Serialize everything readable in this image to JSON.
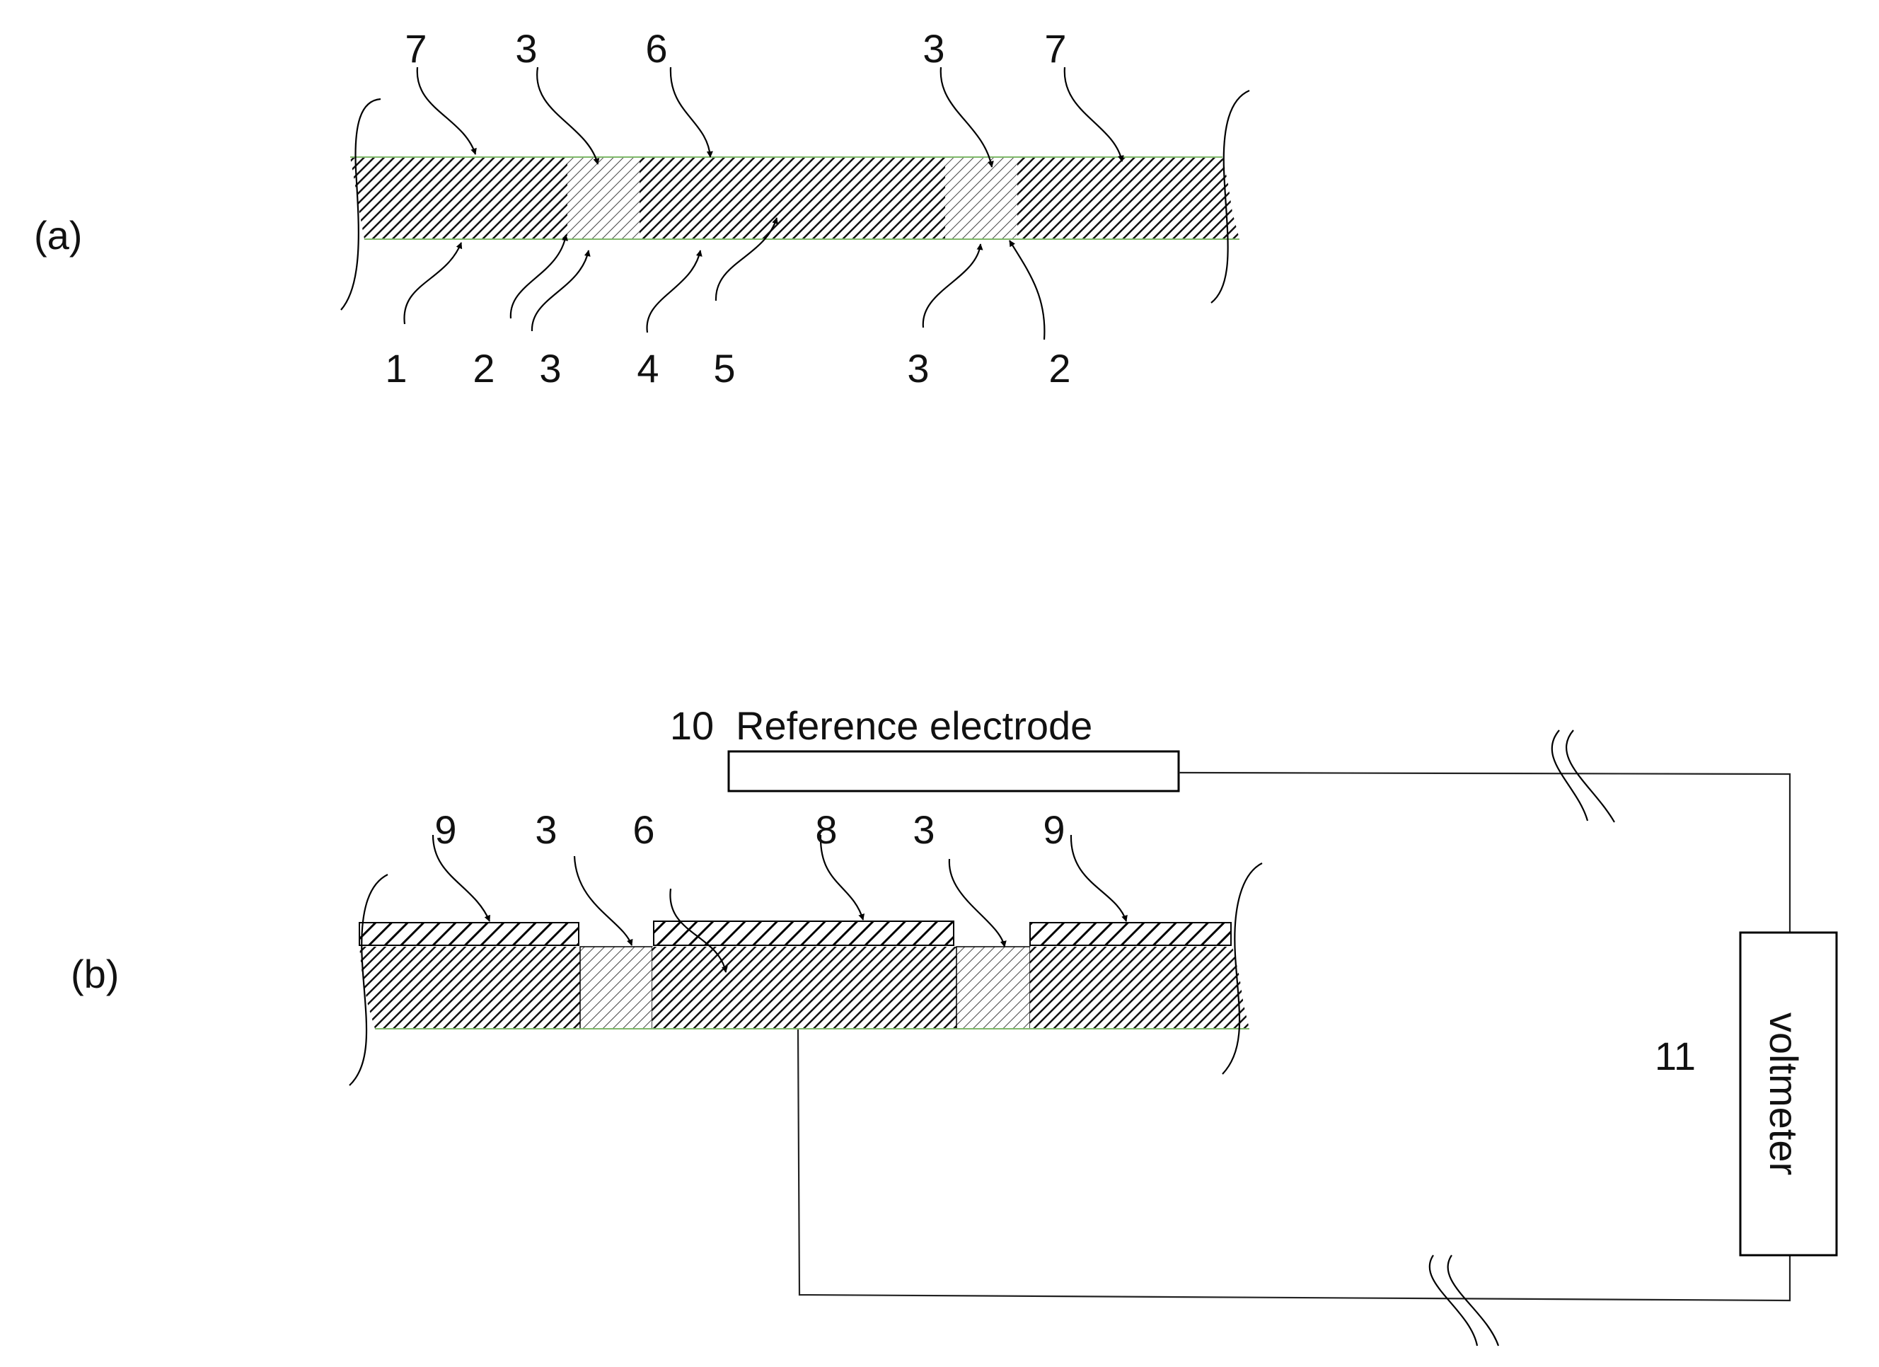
{
  "panels": {
    "a": {
      "label": "(a)"
    },
    "b": {
      "label": "(b)"
    }
  },
  "callouts_a": {
    "top": [
      "7",
      "3",
      "6",
      "3",
      "7"
    ],
    "bottom": [
      "1",
      "2",
      "3",
      "4",
      "5",
      "3",
      "2"
    ]
  },
  "callouts_b": {
    "top": [
      "9",
      "3",
      "6",
      "8",
      "3",
      "9"
    ],
    "ref_number": "10",
    "ref_text": "Reference electrode",
    "voltmeter_number": "11",
    "voltmeter_text": "voltmeter"
  }
}
